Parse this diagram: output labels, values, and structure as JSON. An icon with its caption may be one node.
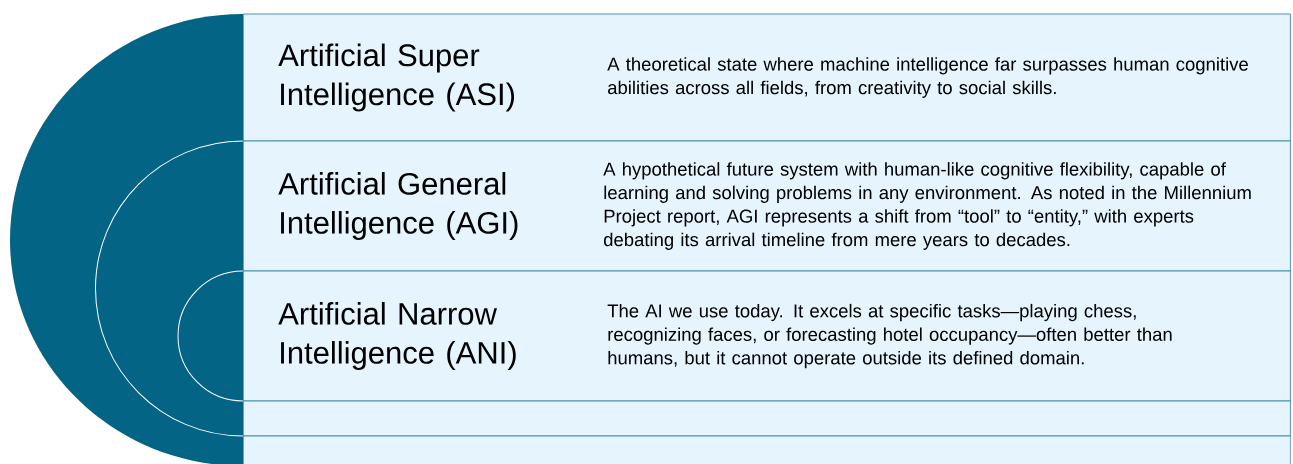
{
  "diagram": {
    "nodes": [
      {
        "text": [
          "Artificial Super Intelligence (ASI)",
          "A theoretical state where machine intelligence far surpasses human cognitive abilities across all fields, from creativity to social skills."
        ]
      },
      {
        "text": [
          "Artificial General Intelligence (AGI)",
          "A hypothetical future system with human-like cognitive flexibility, capable of learning and solving problems in any environment. As noted in the Millennium Project report, AGI represents a shift from “tool” to “entity,” with experts debating its arrival timeline from mere years to decades."
        ]
      },
      {
        "text": [
          "Artificial Narrow Intelligence (ANI)",
          "The AI we use today. It excels at specific tasks—playing chess, recognizing faces, or forecasting hotel occupancy—often better than humans, but it cannot operate outside its defined domain."
        ]
      },
      {
        "text": [],
        "shape": "box"
      },
      {
        "text": [],
        "shape": "box"
      }
    ]
  }
}
